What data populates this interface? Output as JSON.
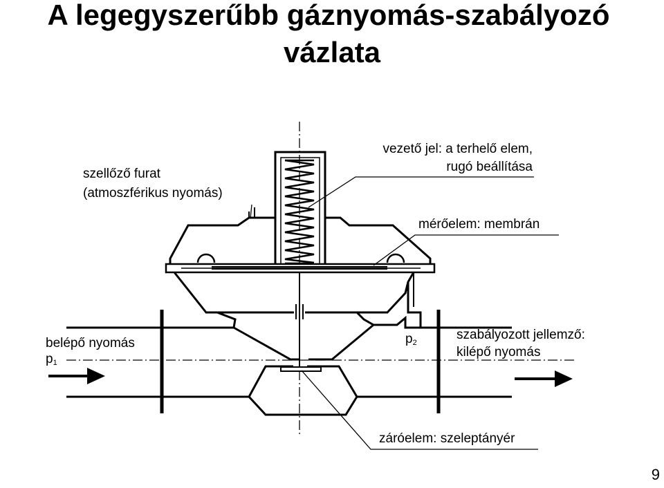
{
  "title": {
    "line1": "A legegyszerűbb gáznyomás-szabályozó",
    "line2": "vázlata"
  },
  "labels": {
    "vent_line1": "szellőző furat",
    "vent_line2": "(atmoszférikus nyomás)",
    "control_line1": "vezető jel: a terhelő elem,",
    "control_line2": "rugó beállítása",
    "sensor": "mérőelem: membrán",
    "inlet_line1": "belépő nyomás",
    "inlet_symbol": "p",
    "inlet_subscript": "1",
    "outlet_symbol": "p",
    "outlet_subscript": "2",
    "regulated_line1": "szabályozott jellemző:",
    "regulated_line2": "kilépő nyomás",
    "closing": "záróelem: szeleptányér"
  },
  "page_number": "9"
}
